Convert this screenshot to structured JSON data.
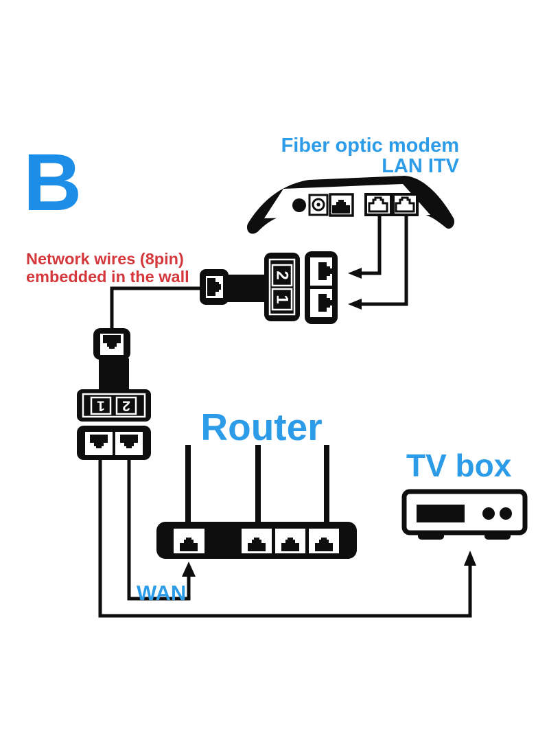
{
  "colors": {
    "accent_blue": "#2d9ce8",
    "letter_blue": "#1d8ee8",
    "alert_red": "#d4383c",
    "diagram_black": "#0e0e0e",
    "background": "#ffffff"
  },
  "panel": {
    "letter": "B"
  },
  "modem": {
    "label_line1": "Fiber optic modem",
    "label_line2": "LAN ITV"
  },
  "wall_note": {
    "line1": "Network wires (8pin)",
    "line2": "embedded in the wall"
  },
  "top_splitter": {
    "upper_label": "2",
    "lower_label": "1"
  },
  "left_splitter": {
    "left_label": "1",
    "right_label": "2"
  },
  "router": {
    "label": "Router",
    "wan_label": "WAN"
  },
  "tv_box": {
    "label": "TV box"
  }
}
